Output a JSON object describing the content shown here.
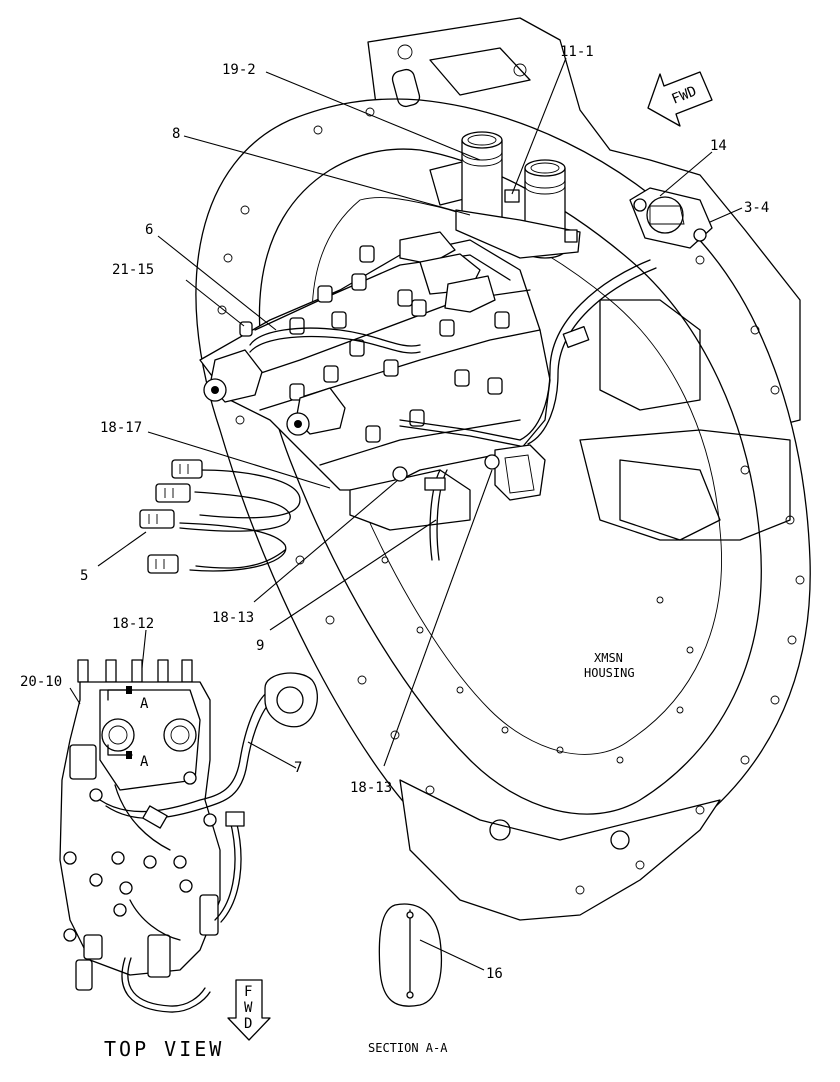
{
  "callouts": {
    "c19_2": "19-2",
    "c11_1": "11-1",
    "c8": "8",
    "c14": "14",
    "c3_4": "3-4",
    "c6": "6",
    "c21_15": "21-15",
    "c18_17": "18-17",
    "c5": "5",
    "c18_13_a": "18-13",
    "c9": "9",
    "c18_12": "18-12",
    "c20_10": "20-10",
    "c7": "7",
    "c18_13_b": "18-13",
    "c16": "16"
  },
  "labels": {
    "fwd_main": "FWD",
    "fwd_top_f": "F",
    "fwd_top_w": "W",
    "fwd_top_d": "D",
    "housing_line1": "XMSN",
    "housing_line2": "HOUSING",
    "section_marker_upper": "A",
    "section_marker_lower": "A",
    "top_view": "TOP VIEW",
    "section_aa": "SECTION A-A"
  }
}
